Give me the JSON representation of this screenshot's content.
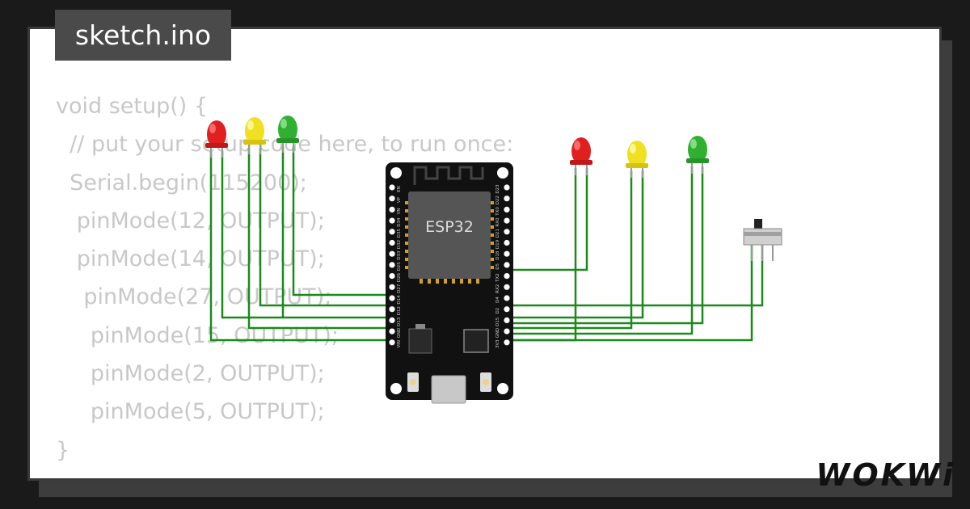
{
  "tab": {
    "filename": "sketch.ino"
  },
  "code": {
    "lines": [
      "void setup() {",
      "  // put your setup code here, to run once:",
      "  Serial.begin(115200);",
      "   pinMode(12, OUTPUT);",
      "   pinMode(14, OUTPUT);",
      "    pinMode(27, OUTPUT);",
      "     pinMode(15, OUTPUT);",
      "     pinMode(2, OUTPUT);",
      "     pinMode(5, OUTPUT);",
      "}"
    ]
  },
  "board": {
    "chip_label": "ESP32",
    "left_pins": [
      "EN",
      "VP",
      "VN",
      "D34",
      "D35",
      "D32",
      "D33",
      "D25",
      "D26",
      "D27",
      "D14",
      "D12",
      "D13",
      "GND",
      "VIN"
    ],
    "right_pins": [
      "D23",
      "D22",
      "TX0",
      "RX0",
      "D21",
      "D19",
      "D18",
      "D5",
      "TX2",
      "RX2",
      "D4",
      "D2",
      "D15",
      "GND",
      "3V3"
    ]
  },
  "leds": [
    {
      "color": "red"
    },
    {
      "color": "yellow"
    },
    {
      "color": "green"
    },
    {
      "color": "red"
    },
    {
      "color": "yellow"
    },
    {
      "color": "green"
    }
  ],
  "colors": {
    "wire": "#1a8a1a",
    "led_red": "#e02020",
    "led_yellow": "#f0e020",
    "led_green": "#30b030",
    "board": "#111111"
  },
  "brand": {
    "logo_text": "WOKWi"
  }
}
